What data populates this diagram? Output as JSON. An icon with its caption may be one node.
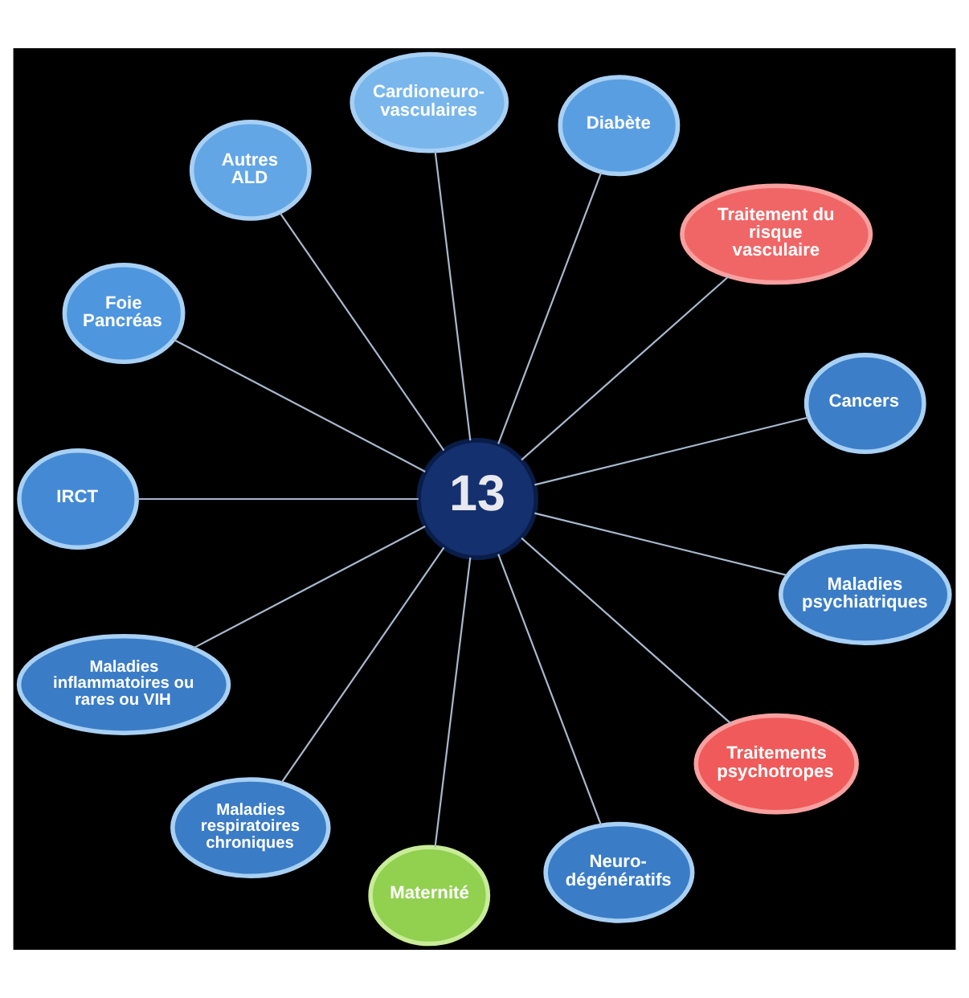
{
  "diagram": {
    "nodes": [
      {
        "text": [
          "13"
        ]
      },
      {
        "text": [
          "Cardioneuro- vasculaires"
        ]
      },
      {
        "text": [
          "Diabète"
        ]
      },
      {
        "text": [
          "Traitement du risque vasculaire"
        ]
      },
      {
        "text": [
          "Cancers"
        ]
      },
      {
        "text": [
          "Maladies psychiatriques"
        ]
      },
      {
        "text": [
          "Traitements psychotropes"
        ]
      },
      {
        "text": [
          "Neuro- dégénératifs"
        ]
      },
      {
        "text": [
          "Maternité"
        ]
      },
      {
        "text": [
          "Maladies respiratoires chroniques"
        ]
      },
      {
        "text": [
          "Maladies inflammatoires ou rares ou VIH"
        ]
      },
      {
        "text": [
          "IRCT"
        ]
      },
      {
        "text": [
          "Foie Pancréas"
        ]
      },
      {
        "text": [
          "Autres ALD"
        ]
      }
    ],
    "edges": [
      {
        "from": 0,
        "to": 1,
        "arrow": "none"
      },
      {
        "from": 0,
        "to": 2,
        "arrow": "none"
      },
      {
        "from": 0,
        "to": 3,
        "arrow": "none"
      },
      {
        "from": 0,
        "to": 4,
        "arrow": "none"
      },
      {
        "from": 0,
        "to": 5,
        "arrow": "none"
      },
      {
        "from": 0,
        "to": 6,
        "arrow": "none"
      },
      {
        "from": 0,
        "to": 7,
        "arrow": "none"
      },
      {
        "from": 0,
        "to": 8,
        "arrow": "none"
      },
      {
        "from": 0,
        "to": 9,
        "arrow": "none"
      },
      {
        "from": 0,
        "to": 10,
        "arrow": "none"
      },
      {
        "from": 0,
        "to": 11,
        "arrow": "none"
      },
      {
        "from": 0,
        "to": 12,
        "arrow": "none"
      },
      {
        "from": 0,
        "to": 13,
        "arrow": "none"
      }
    ]
  }
}
